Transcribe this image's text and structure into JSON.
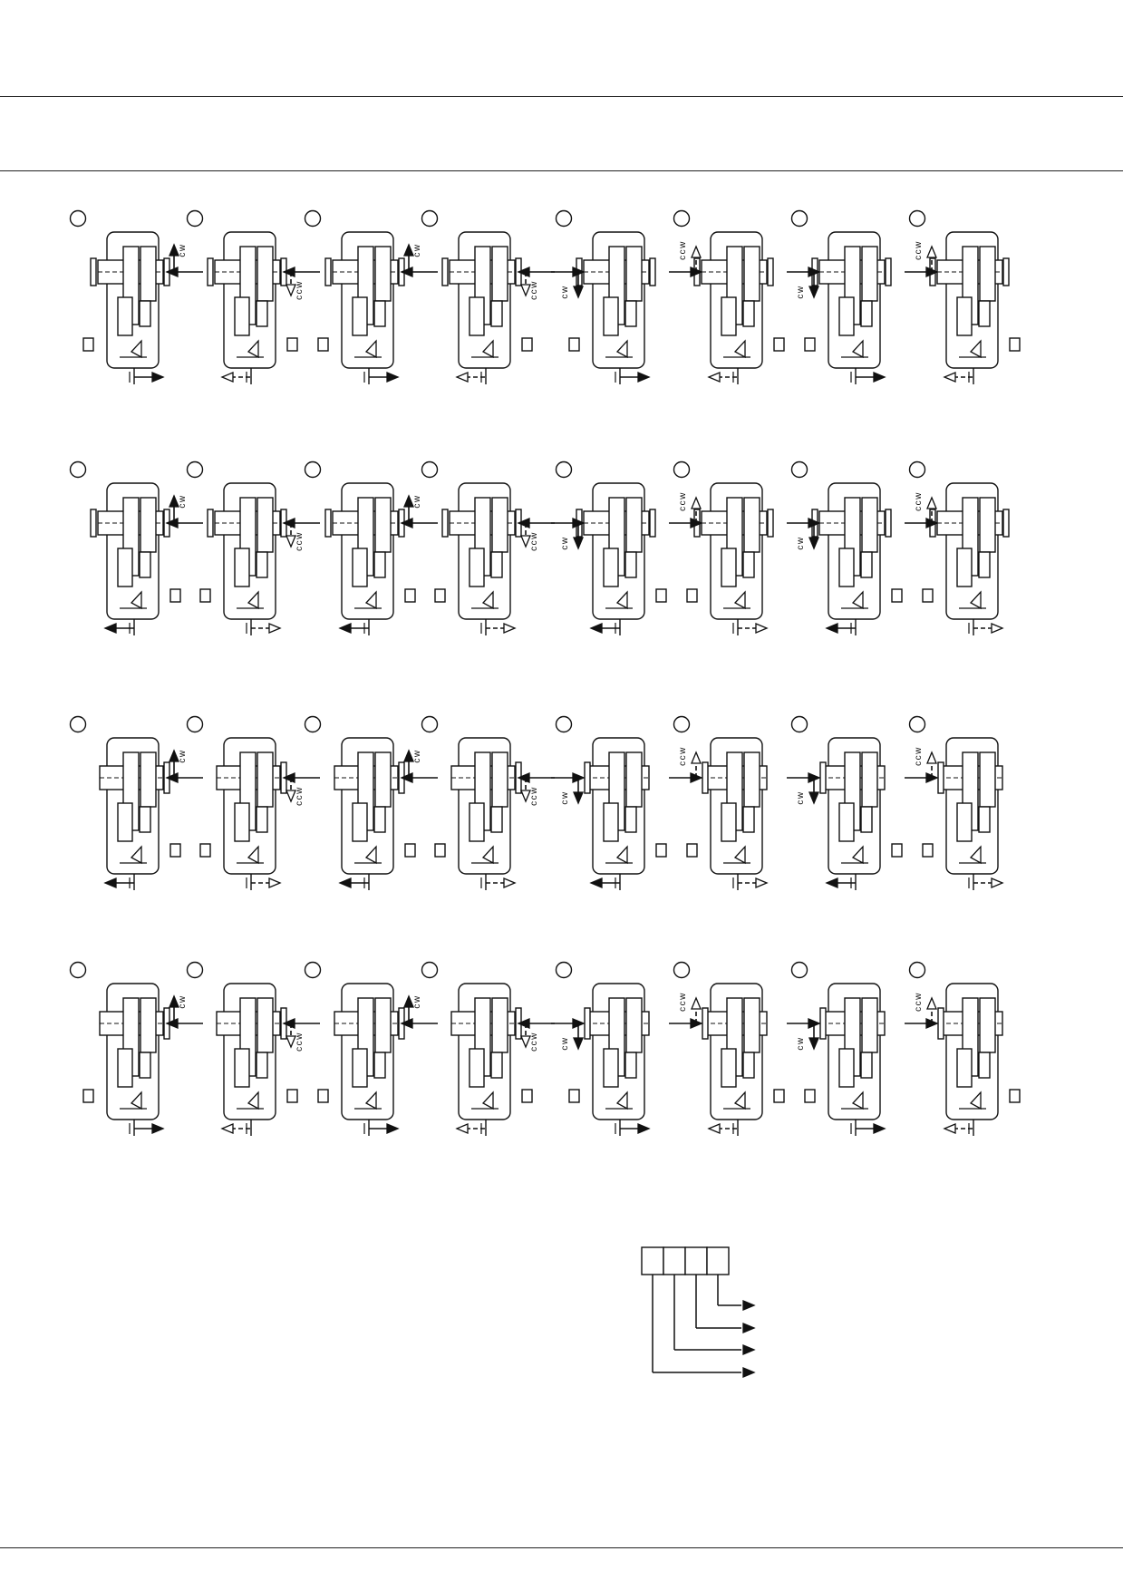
{
  "labels": {
    "clockwise": "cw",
    "counter_clockwise": "ccw"
  },
  "colors": {
    "line": "#111111",
    "background": "#ffffff"
  },
  "page_rules": 3,
  "rows": [
    {
      "variant": "input-middle",
      "units": [
        {
          "input": "right-cw",
          "output": "right-solid"
        },
        {
          "input": "right-ccw",
          "output": "left-dashed"
        },
        {
          "input": "right-cw",
          "output": "right-solid"
        },
        {
          "input": "right-ccw",
          "output": "left-dashed"
        },
        {
          "input": "left-cw",
          "output": "right-solid"
        },
        {
          "input": "left-ccw",
          "output": "left-dashed"
        },
        {
          "input": "left-cw",
          "output": "right-solid"
        },
        {
          "input": "left-ccw",
          "output": "left-dashed"
        }
      ]
    },
    {
      "variant": "input-middle",
      "units": [
        {
          "input": "right-cw",
          "output": "left-solid"
        },
        {
          "input": "right-ccw",
          "output": "right-dashed"
        },
        {
          "input": "right-cw",
          "output": "left-solid"
        },
        {
          "input": "right-ccw",
          "output": "right-dashed"
        },
        {
          "input": "left-cw",
          "output": "left-solid"
        },
        {
          "input": "left-ccw",
          "output": "right-dashed"
        },
        {
          "input": "left-cw",
          "output": "left-solid"
        },
        {
          "input": "left-ccw",
          "output": "right-dashed"
        }
      ]
    },
    {
      "variant": "input-offset",
      "units": [
        {
          "input": "right-cw",
          "output": "left-solid"
        },
        {
          "input": "right-ccw",
          "output": "right-dashed"
        },
        {
          "input": "right-cw",
          "output": "left-solid"
        },
        {
          "input": "right-ccw",
          "output": "right-dashed"
        },
        {
          "input": "left-cw",
          "output": "left-solid"
        },
        {
          "input": "left-ccw",
          "output": "right-dashed"
        },
        {
          "input": "left-cw",
          "output": "left-solid"
        },
        {
          "input": "left-ccw",
          "output": "right-dashed"
        }
      ]
    },
    {
      "variant": "input-offset",
      "units": [
        {
          "input": "right-cw",
          "output": "right-solid"
        },
        {
          "input": "right-ccw",
          "output": "left-dashed"
        },
        {
          "input": "right-cw",
          "output": "right-solid"
        },
        {
          "input": "right-ccw",
          "output": "left-dashed"
        },
        {
          "input": "left-cw",
          "output": "right-solid"
        },
        {
          "input": "left-ccw",
          "output": "left-dashed"
        },
        {
          "input": "left-cw",
          "output": "right-solid"
        },
        {
          "input": "left-ccw",
          "output": "left-dashed"
        }
      ]
    }
  ],
  "code_legend": {
    "boxes": 4,
    "leaders": 4
  }
}
